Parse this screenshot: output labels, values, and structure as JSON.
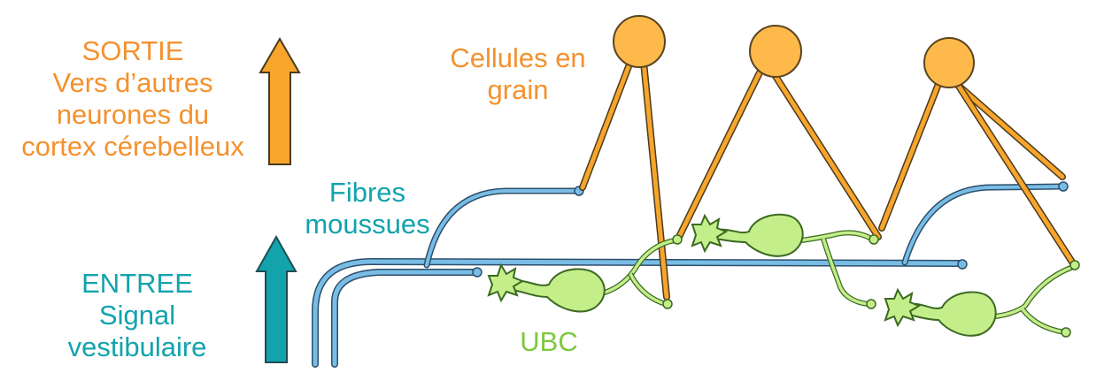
{
  "labels": {
    "output": [
      "SORTIE",
      "Vers d’autres",
      "neurones du",
      "cortex cérebelleux"
    ],
    "input": [
      "ENTREE",
      "Signal",
      "vestibulaire"
    ],
    "granule_cells": [
      "Cellules en",
      "grain"
    ],
    "mossy_fibers": [
      "Fibres",
      "moussues"
    ],
    "ubc": "UBC"
  },
  "colors": {
    "output": "#f4912e",
    "granule_fill": "#fdb94a",
    "granule_axon": "#f7a52b",
    "input": "#12a3ad",
    "mossy_fiber": "#79bde6",
    "ubc_fill": "#c4ee8a",
    "ubc_outline": "#7dc83c",
    "ubc_label": "#7dc83c"
  }
}
